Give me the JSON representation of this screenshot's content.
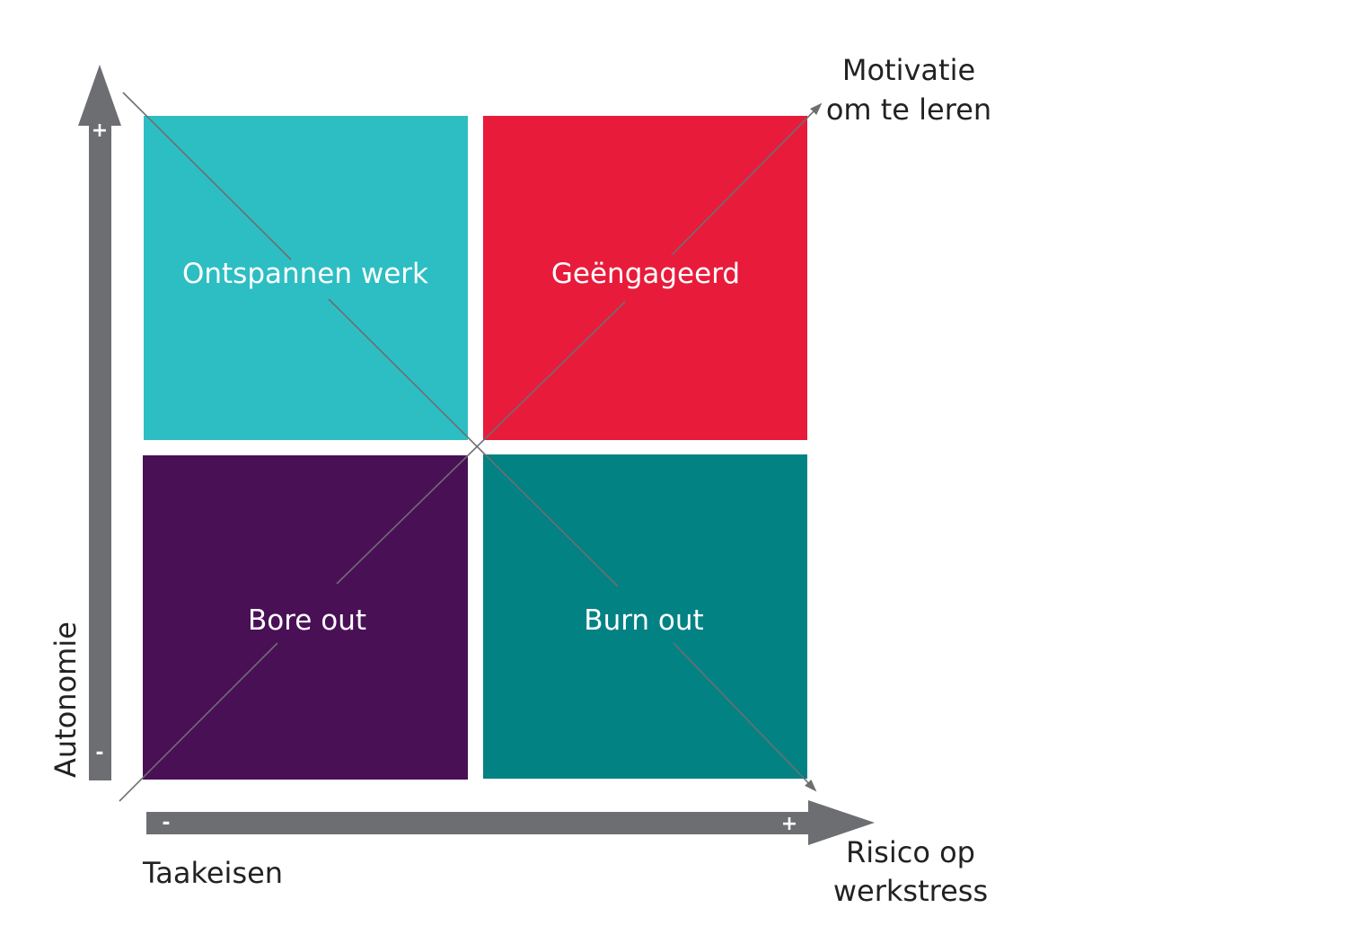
{
  "quadrants": {
    "top_left": {
      "label": "Ontspannen werk",
      "color": "#2dbec3"
    },
    "top_right": {
      "label": "Geëngageerd",
      "color": "#e81b3b"
    },
    "bottom_left": {
      "label": "Bore out",
      "color": "#4a1056"
    },
    "bottom_right": {
      "label": "Burn out",
      "color": "#038284"
    }
  },
  "axes": {
    "color": "#6d6e71",
    "x": {
      "label": "Taakeisen",
      "minus": "-",
      "plus": "+"
    },
    "y": {
      "label": "Autonomie",
      "minus": "-",
      "plus": "+"
    }
  },
  "diagonals": {
    "color": "#6d6e71",
    "motivation": {
      "line1": "Motivatie",
      "line2": "om te leren"
    },
    "stress": {
      "line1": "Risico op",
      "line2": "werkstress"
    }
  }
}
